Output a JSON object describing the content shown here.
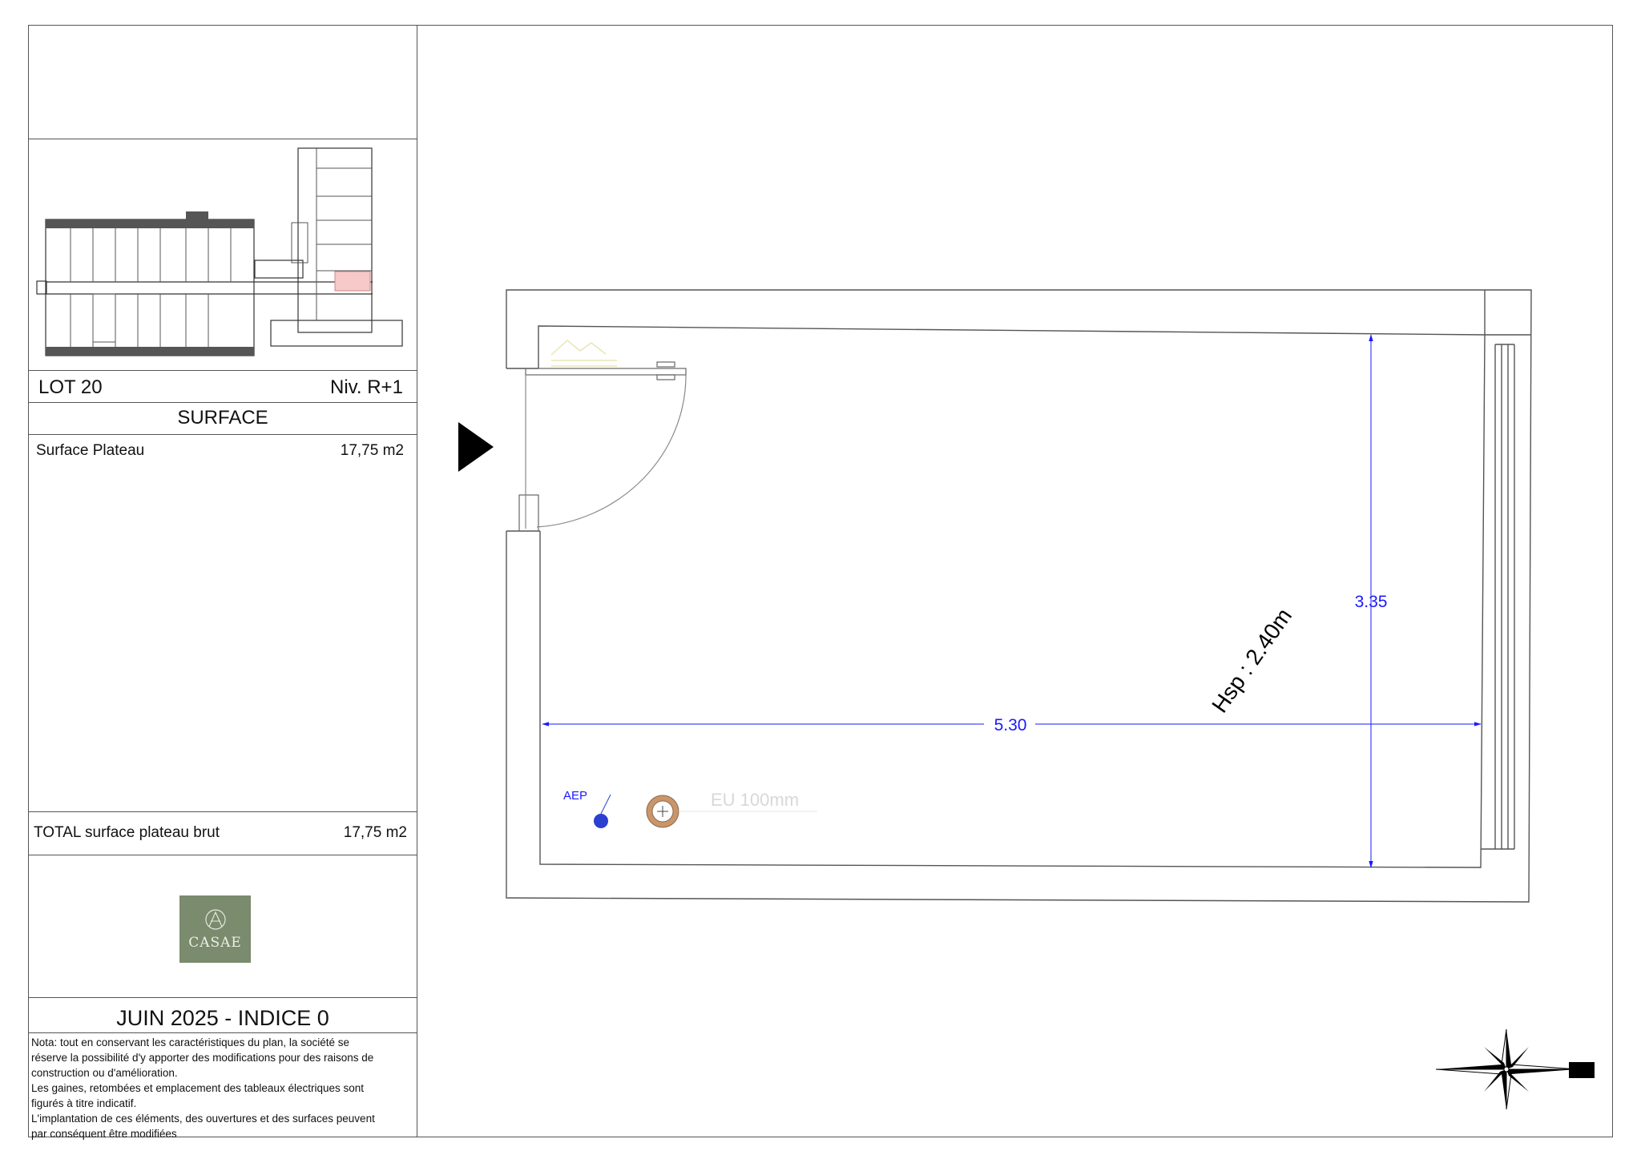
{
  "title_block": {
    "lot": "LOT  20",
    "level": "Niv. R+1",
    "surface_header": "SURFACE",
    "rows": [
      {
        "label": "Surface Plateau",
        "value": "17,75 m2"
      }
    ],
    "total": {
      "label": "TOTAL surface plateau brut",
      "value": "17,75 m2"
    },
    "date_index": "JUIN 2025 - INDICE 0",
    "note": "Nota: tout en conservant les caractéristiques du plan, la société se\nréserve la possibilité d'y apporter des modifications pour des raisons de\nconstruction ou d'amélioration.\nLes gaines, retombées et emplacement des tableaux électriques sont\nfigurés à titre indicatif.\nL'implantation de ces éléments, des ouvertures et des surfaces peuvent\npar conséquent être modifiées"
  },
  "logo": {
    "text": "CASAE",
    "color": "#7a8b6e"
  },
  "plan": {
    "dim_width": "5.30",
    "dim_depth": "3.35",
    "ceiling_height": "Hsp : 2.40m",
    "aep_label": "AEP",
    "eu_label": "EU 100mm",
    "dimension_color": "#1a1aff",
    "highlight_color": "#f7c9c9",
    "water_color": "#2b3fd1",
    "drain_color": "#c9956a"
  },
  "icons": [
    "entrance-arrow-icon",
    "compass-rose-icon",
    "scale-bar-icon"
  ]
}
